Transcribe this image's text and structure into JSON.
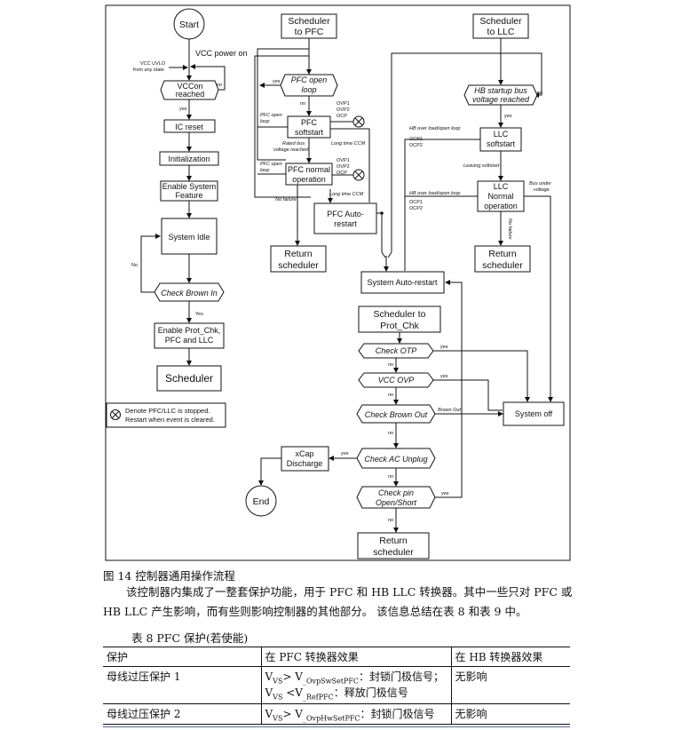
{
  "diagram": {
    "start": "Start",
    "vcc_power_on": "VCC power on",
    "vcc_uvlo": "VCC UVLO",
    "from_any_state": "from any state",
    "vccon": "VCCon",
    "reached": "reached",
    "yes": "yes",
    "no": "no",
    "ic_reset": "IC reset",
    "initialization": "Initialization",
    "enable_system": "Enable System",
    "feature": "Feature",
    "system_idle": "System Idle",
    "no_cap": "No",
    "check_brown_in": "Check Brown In",
    "yes_cap": "Yes",
    "enable_prot_l1": "Enable Prot_Chk,",
    "enable_prot_l2": "PFC and LLC",
    "scheduler": "Scheduler",
    "legend_l1": "Denote PFC/LLC is stopped.",
    "legend_l2": "Restart when event is cleared.",
    "sched_pfc_l1": "Scheduler",
    "sched_pfc_l2": "to PFC",
    "pfc_open_l1": "PFC open",
    "pfc_open_l2": "loop",
    "pfc_softstart_l1": "PFC",
    "pfc_softstart_l2": "softstart",
    "ovp1": "OVP1",
    "ovp2": "OVP2",
    "ocp": "OCP",
    "pfc_open_loop_l1": "PFC open",
    "pfc_open_loop_l2": "loop",
    "rated_bus_l1": "Rated bus",
    "rated_bus_l2": "voltage reached",
    "long_time_ccm": "Long time CCM",
    "pfc_normal_l1": "PFC normal",
    "pfc_normal_l2": "operation",
    "no_failure": "No failure",
    "pfc_auto_l1": "PFC Auto-",
    "pfc_auto_l2": "restart",
    "return_sched_l1": "Return",
    "return_sched_l2": "scheduler",
    "sched_llc_l1": "Scheduler",
    "sched_llc_l2": "to LLC",
    "hb_startup_l1": "HB startup bus",
    "hb_startup_l2": "voltage reached",
    "hb_over_load": "HB over load/open loop",
    "ocp1": "OCP1",
    "ocp2": "OCP2",
    "llc_softstart_l1": "LLC",
    "llc_softstart_l2": "softstart",
    "leaving_softstart": "Leaving softstart",
    "bus_under_l1": "Bus under",
    "bus_under_l2": "voltage",
    "llc_normal_l1": "LLC",
    "llc_normal_l2": "Normal",
    "llc_normal_l3": "operation",
    "no_failure_vert": "No failure",
    "system_auto_restart": "System Auto-restart",
    "sched_prot_l1": "Scheduler to",
    "sched_prot_l2": "Prot_Chk",
    "check_otp": "Check OTP",
    "vcc_ovp": "VCC OVP",
    "check_brown_out": "Check Brown Out",
    "brown_out": "Brown Out",
    "system_off": "System off",
    "check_ac_unplug": "Check AC Unplug",
    "xcap_l1": "xCap",
    "xcap_l2": "Discharge",
    "check_pin_l1": "Check pin",
    "check_pin_l2": "Open/Short",
    "end": "End",
    "return2_l1": "Return",
    "return2_l2": "scheduler"
  },
  "caption": "图 14  控制器通用操作流程",
  "paragraph": "该控制器内集成了一整套保护功能，用于 PFC 和 HB LLC 转换器。其中一些只对 PFC 或 HB LLC 产生影响，而有些则影响控制器的其他部分。 该信息总结在表 8 和表 9 中。",
  "table_title": "表 8 PFC 保护(若使能)",
  "table": {
    "headers": [
      "保护",
      "在 PFC 转换器效果",
      "在 HB 转换器效果"
    ],
    "rows": [
      {
        "protection": "母线过压保护 1",
        "pfc_l1": "V",
        "pfc_l1_sub": "VS",
        "pfc_l1_mid": "> V",
        "pfc_l1_sub2": "_OvpSwSetPFC",
        "pfc_l1_tail": "：封锁门极信号；",
        "pfc_l2": "V",
        "pfc_l2_sub": "VS",
        "pfc_l2_mid": " <V",
        "pfc_l2_sub2": "_RefPFC",
        "pfc_l2_tail": "：释放门极信号",
        "hb": "无影响"
      },
      {
        "protection": "母线过压保护 2",
        "pfc_l1": "V",
        "pfc_l1_sub": "VS",
        "pfc_l1_mid": "> V",
        "pfc_l1_sub2": "_OvpHwSetPFC",
        "pfc_l1_tail": "：封锁门极信号",
        "hb": "无影响"
      }
    ]
  }
}
